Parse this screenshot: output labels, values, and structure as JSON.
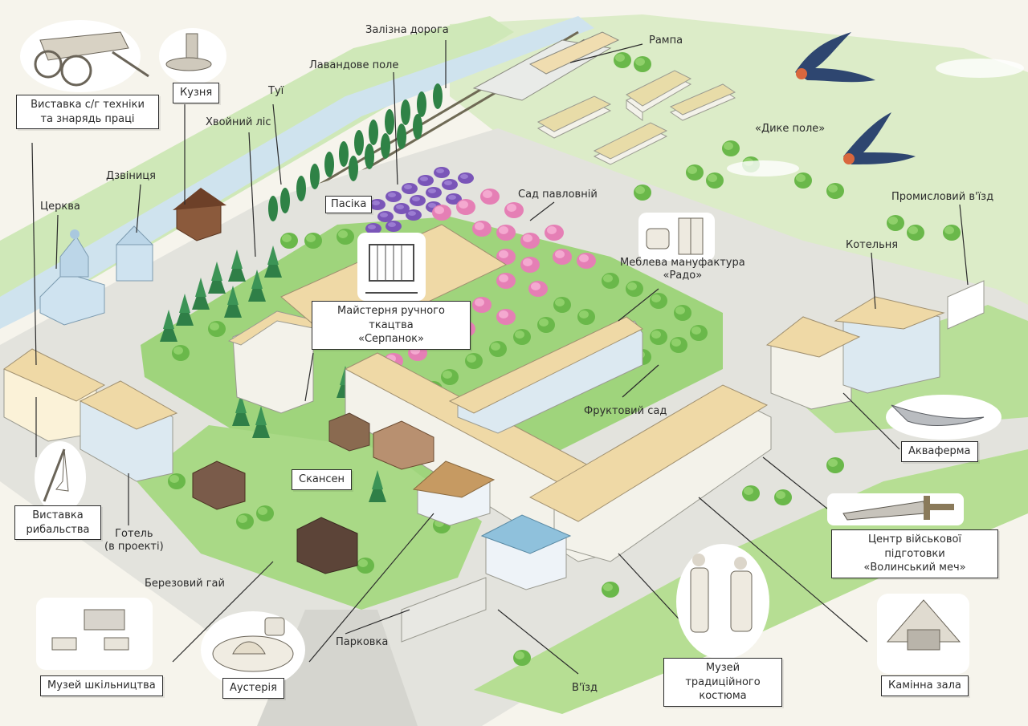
{
  "labels": {
    "railway": "Залізна дорога",
    "ramp": "Рампа",
    "lavender": "Лавандове поле",
    "thuja": "Туї",
    "conifer": "Хвойний ліс",
    "bell": "Дзвіниця",
    "church": "Церква",
    "paulownia": "Сад павловній",
    "wild": "«Дике поле»",
    "industrial": "Промисловий в'їзд",
    "boiler": "Котельня",
    "furniture1": "Меблева мануфактура",
    "furniture2": "«Радо»",
    "orchard": "Фруктовий сад",
    "hotel1": "Готель",
    "hotel2": "(в проекті)",
    "birch": "Березовий гай",
    "parking": "Парковка",
    "entry": "В'їзд"
  },
  "boxes": {
    "agri1": "Виставка с/г техніки",
    "agri2": "та знарядь праці",
    "forge": "Кузня",
    "apiary": "Пасіка",
    "weave1": "Майстерня ручного ткацтва",
    "weave2": "«Серпанок»",
    "skansen": "Скансен",
    "fish1": "Виставка",
    "fish2": "рибальства",
    "aqua": "Акваферма",
    "military1": "Центр військової підготовки",
    "military2": "«Волинський меч»",
    "school": "Музей шкільництва",
    "austeria": "Аустерія",
    "costume1": "Музей традиційного",
    "costume2": "костюма",
    "fireplace": "Камінна зала"
  },
  "icons": [
    "cart-icon",
    "anvil-icon",
    "loom-icon",
    "armchair-icon",
    "wardrobe-icon",
    "swallow-icon",
    "fish-icon",
    "sword-icon",
    "fishing-rod-icon",
    "classroom-icon",
    "dumplings-icon",
    "costume-icon",
    "fireplace-icon"
  ]
}
